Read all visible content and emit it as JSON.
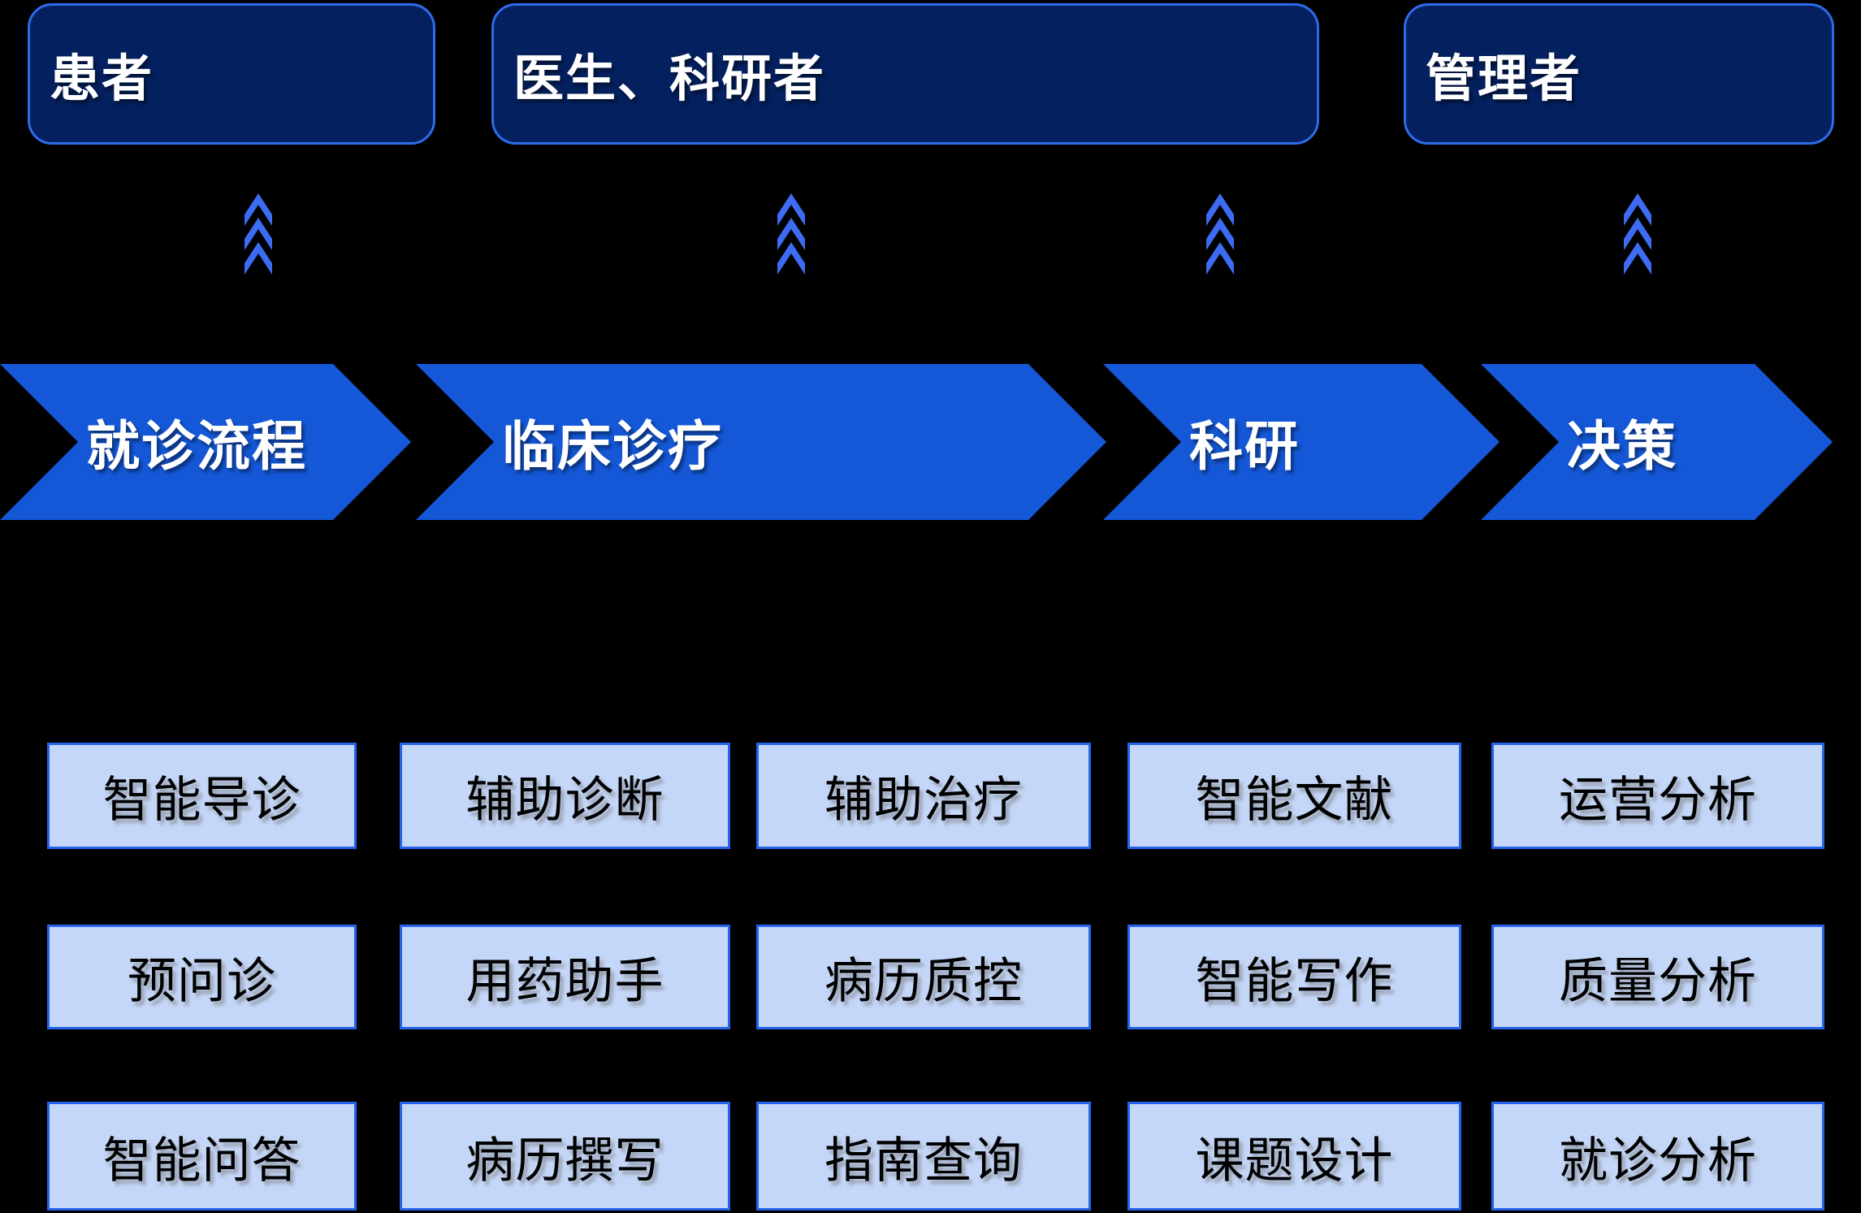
{
  "colors": {
    "background": "#000000",
    "actor_box_fill": "#04205f",
    "actor_box_border": "#2e6be8",
    "actor_text": "#ffffff",
    "stage_ribbon_fill": "#1458d8",
    "stage_text": "#ffffff",
    "chevron_icon": "#3d6cf2",
    "feature_box_fill": "#c5d7f8",
    "feature_box_border": "#2563eb",
    "feature_text": "#000000"
  },
  "actors": [
    {
      "label": "患者"
    },
    {
      "label": "医生、科研者"
    },
    {
      "label": "管理者"
    }
  ],
  "stages": [
    {
      "label": "就诊流程"
    },
    {
      "label": "临床诊疗"
    },
    {
      "label": "科研"
    },
    {
      "label": "决策"
    }
  ],
  "feature_boxes": {
    "rows": [
      {
        "cells": [
          {
            "label": "智能导诊"
          },
          {
            "label": "辅助诊断"
          },
          {
            "label": "辅助治疗"
          },
          {
            "label": "智能文献"
          },
          {
            "label": "运营分析"
          }
        ]
      },
      {
        "cells": [
          {
            "label": "预问诊"
          },
          {
            "label": "用药助手"
          },
          {
            "label": "病历质控"
          },
          {
            "label": "智能写作"
          },
          {
            "label": "质量分析"
          }
        ]
      },
      {
        "cells": [
          {
            "label": "智能问答"
          },
          {
            "label": "病历撰写"
          },
          {
            "label": "指南查询"
          },
          {
            "label": "课题设计"
          },
          {
            "label": "就诊分析"
          }
        ]
      }
    ]
  }
}
